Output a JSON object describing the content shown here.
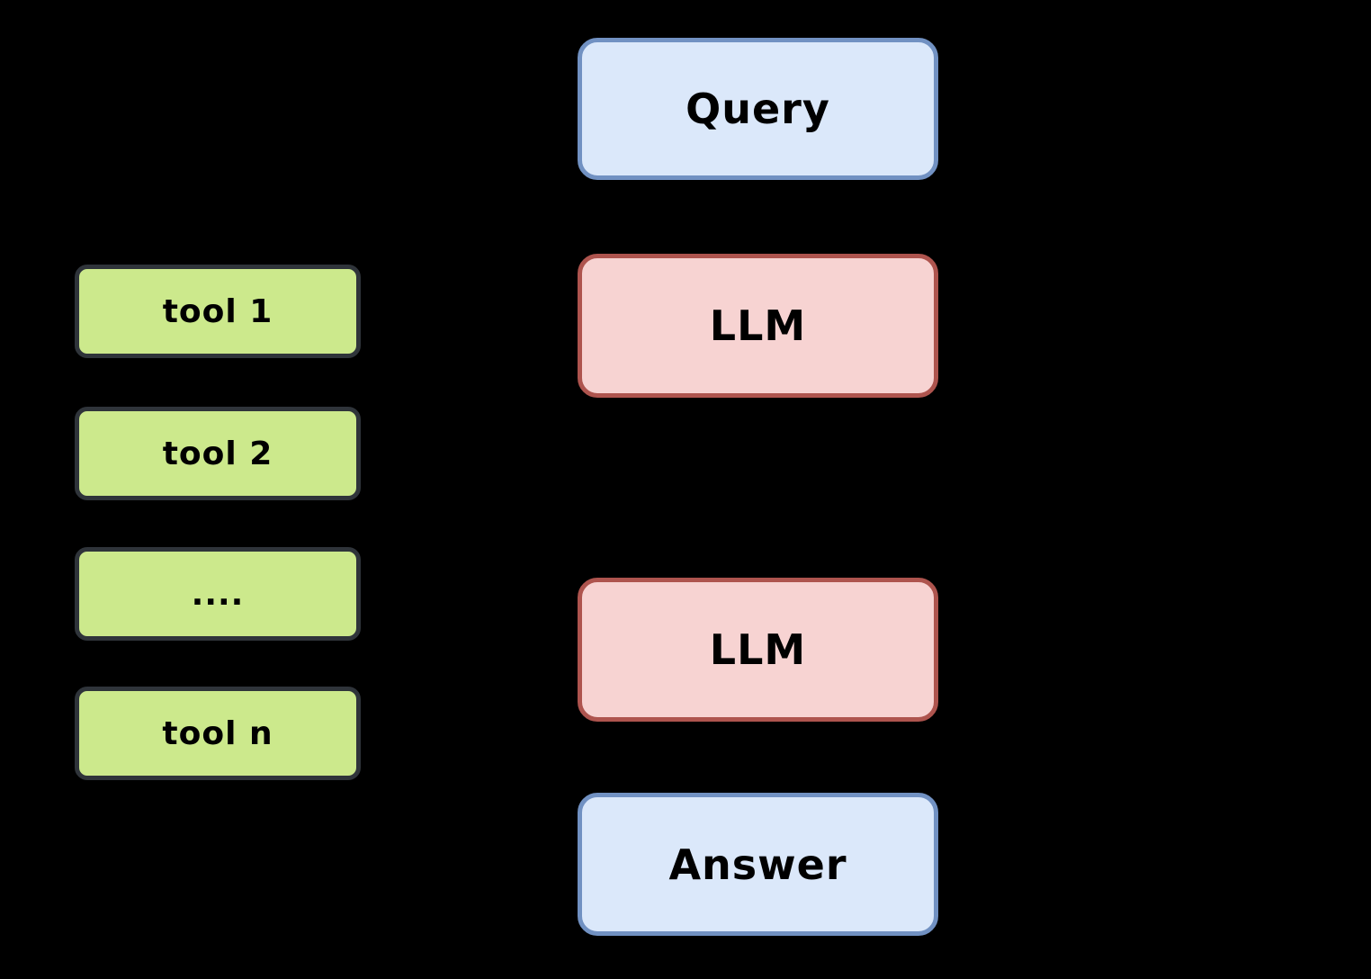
{
  "diagram": {
    "background_color": "#000000",
    "text_color": "#000000",
    "center_nodes": [
      {
        "id": "query",
        "label": "Query",
        "fill": "#dbe8fa",
        "border": "#7191c2"
      },
      {
        "id": "llm-top",
        "label": "LLM",
        "fill": "#f7d3d2",
        "border": "#ae544e"
      },
      {
        "id": "llm-bottom",
        "label": "LLM",
        "fill": "#f7d3d2",
        "border": "#ae544e"
      },
      {
        "id": "answer",
        "label": "Answer",
        "fill": "#dbe8fa",
        "border": "#7191c2"
      }
    ],
    "tool_nodes": [
      {
        "label": "tool 1"
      },
      {
        "label": "tool 2"
      },
      {
        "label": "...."
      },
      {
        "label": "tool n"
      }
    ],
    "tool_fill": "#cce98c",
    "tool_border": "#2f343a"
  }
}
